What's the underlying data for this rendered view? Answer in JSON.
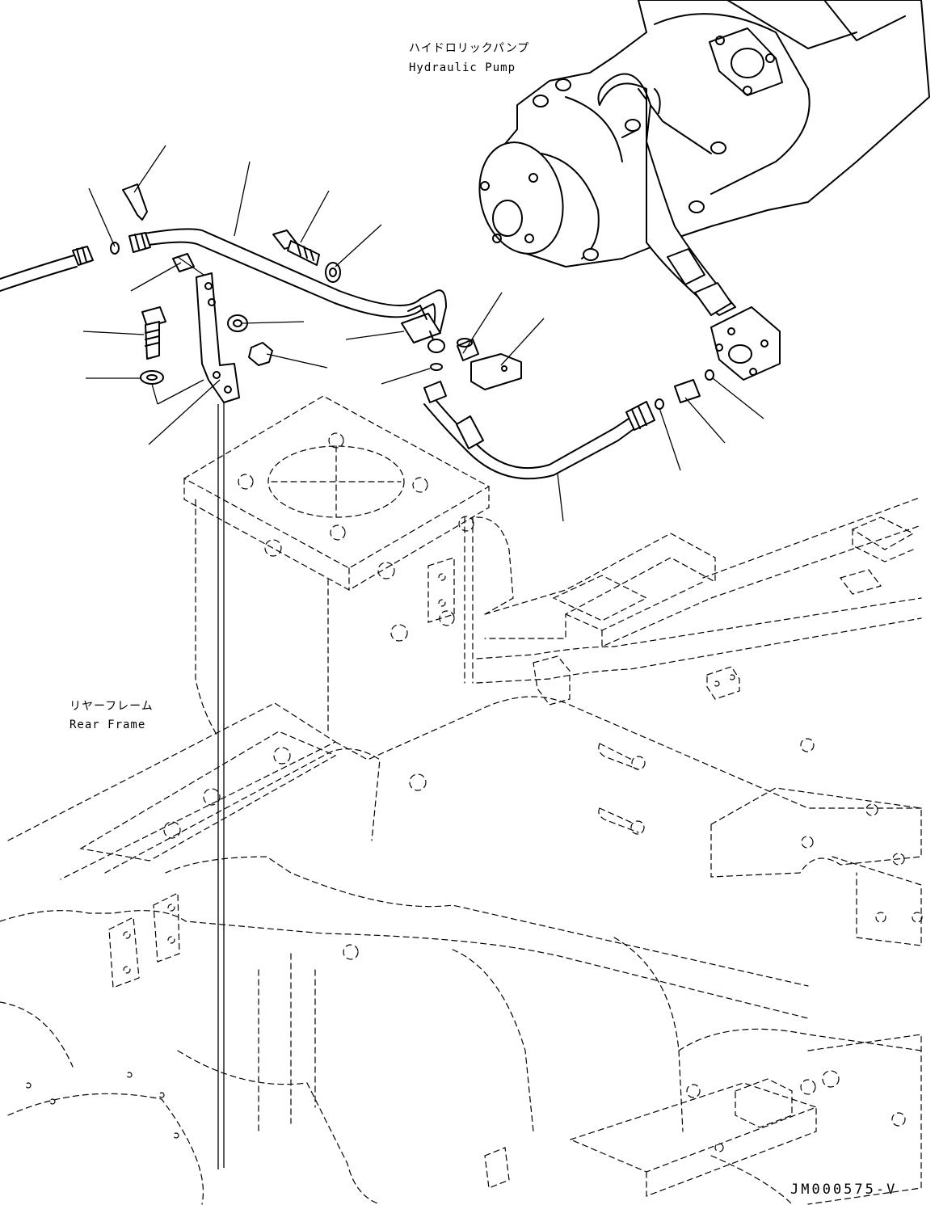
{
  "labels": {
    "pump_jp": "ハイドロリックパンプ",
    "pump_en": "Hydraulic Pump",
    "frame_jp": "リヤーフレーム",
    "frame_en": "Rear Frame",
    "drawing_code": "JM000575-V"
  },
  "style": {
    "line_color": "#000000",
    "background": "#ffffff"
  }
}
